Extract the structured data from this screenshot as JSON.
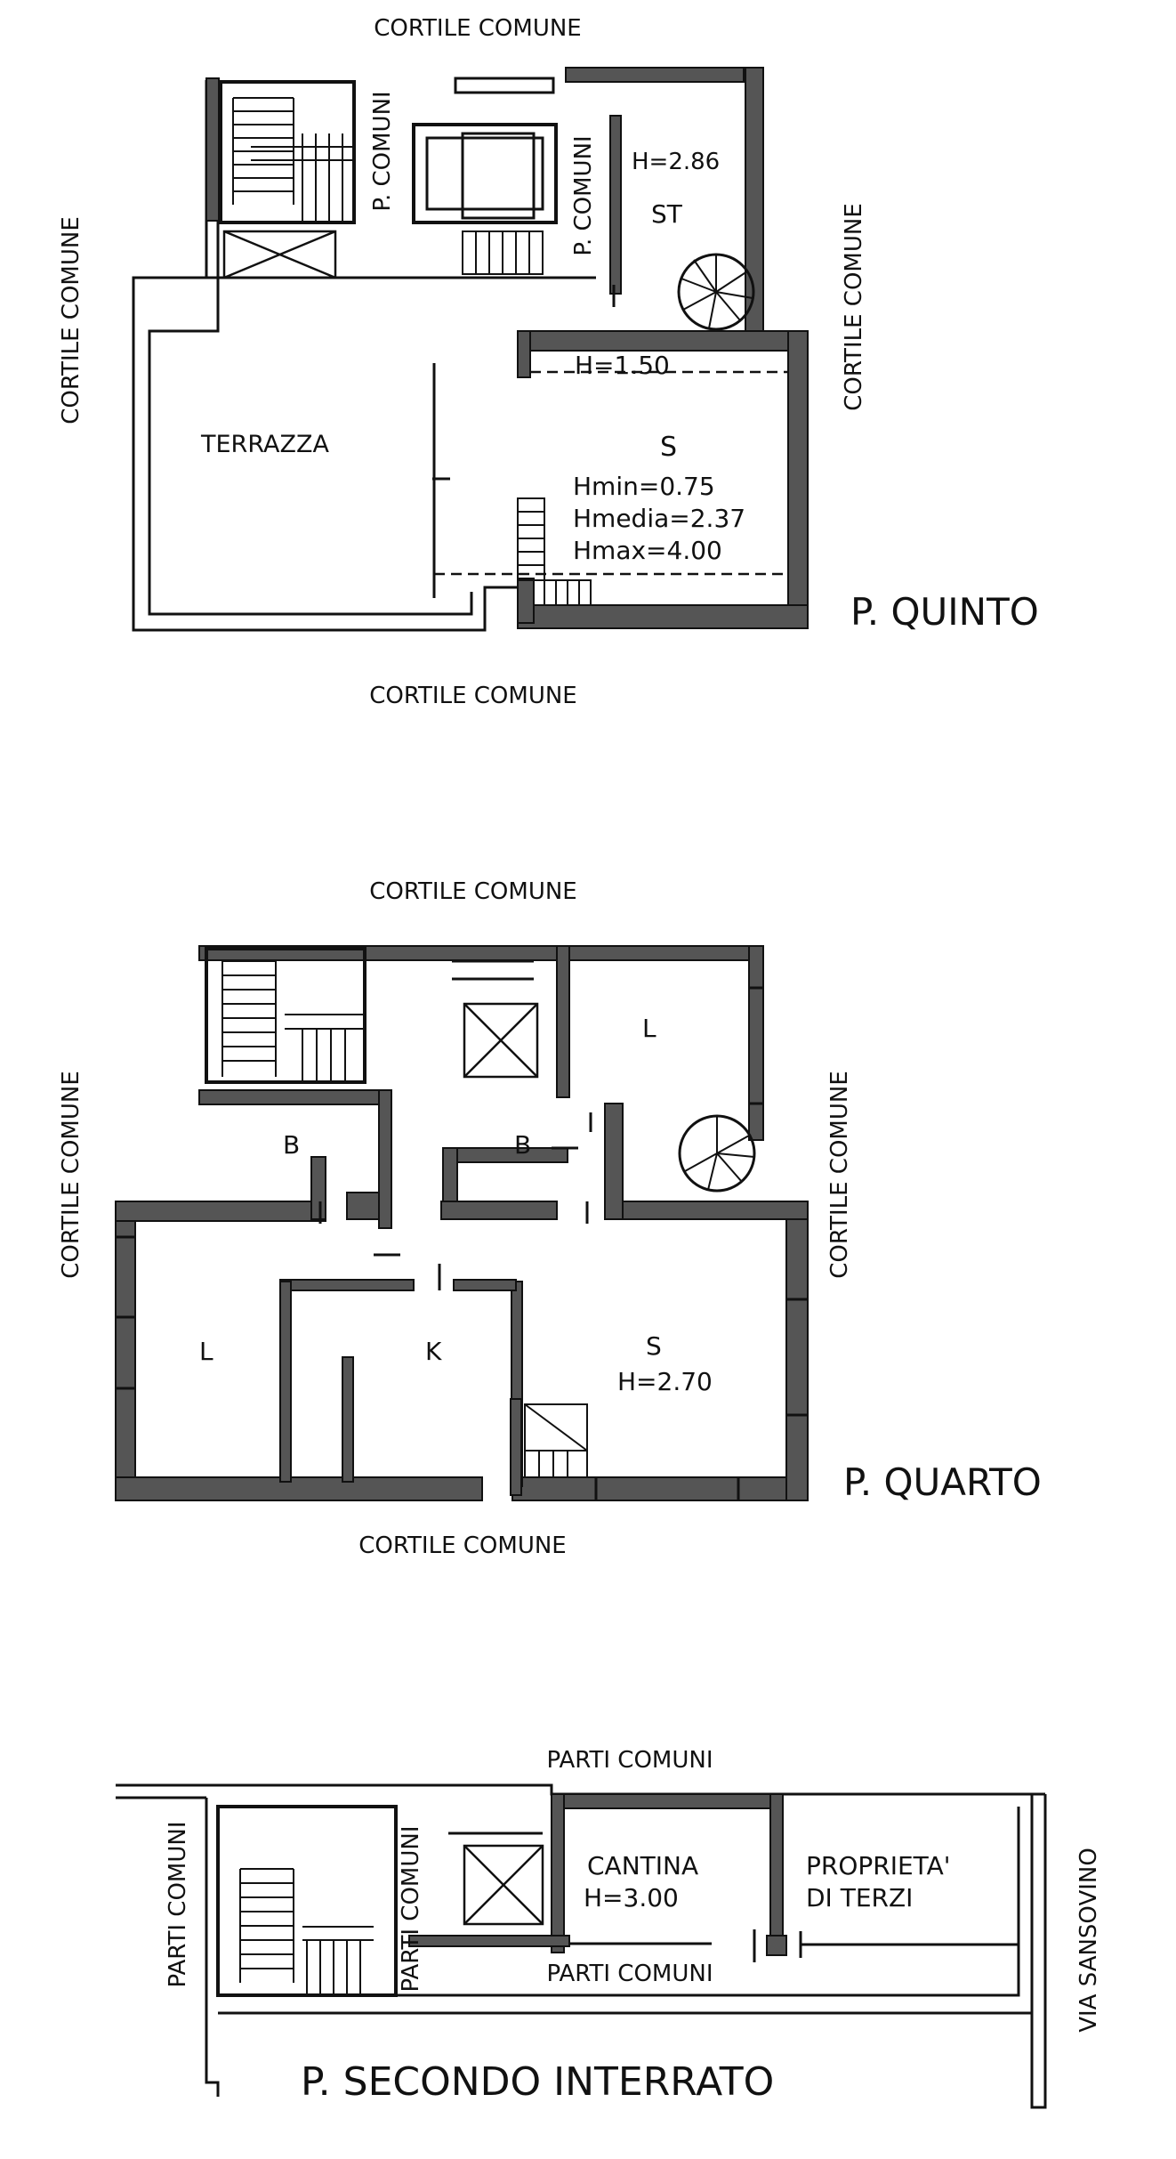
{
  "plans": {
    "quinto": {
      "title": "P. QUINTO",
      "north_label": "CORTILE COMUNE",
      "south_label": "CORTILE COMUNE",
      "west_label": "CORTILE COMUNE",
      "east_label": "CORTILE COMUNE",
      "common_left": "P. COMUNI",
      "common_right": "P. COMUNI",
      "room_st": "ST",
      "height_st": "H=2.86",
      "height_ridge": "H=1.50",
      "terrace": "TERRAZZA",
      "room_s": "S",
      "hmin": "Hmin=0.75",
      "hmedia": "Hmedia=2.37",
      "hmax": "Hmax=4.00"
    },
    "quarto": {
      "title": "P. QUARTO",
      "north_label": "CORTILE COMUNE",
      "south_label": "CORTILE COMUNE",
      "west_label": "CORTILE COMUNE",
      "east_label": "CORTILE COMUNE",
      "room_l_top": "L",
      "room_b_left": "B",
      "room_b_right": "B",
      "room_l_left": "L",
      "room_k": "K",
      "room_s": "S",
      "height_s": "H=2.70"
    },
    "interrato": {
      "title": "P. SECONDO INTERRATO",
      "north_label": "PARTI COMUNI",
      "west_label": "PARTI COMUNI",
      "inner_left_label": "PARTI COMUNI",
      "corridor_label": "PARTI COMUNI",
      "cellar": "CANTINA",
      "cellar_height": "H=3.00",
      "third_party_1": "PROPRIETA'",
      "third_party_2": "DI TERZI",
      "street": "VIA SANSOVINO"
    }
  }
}
